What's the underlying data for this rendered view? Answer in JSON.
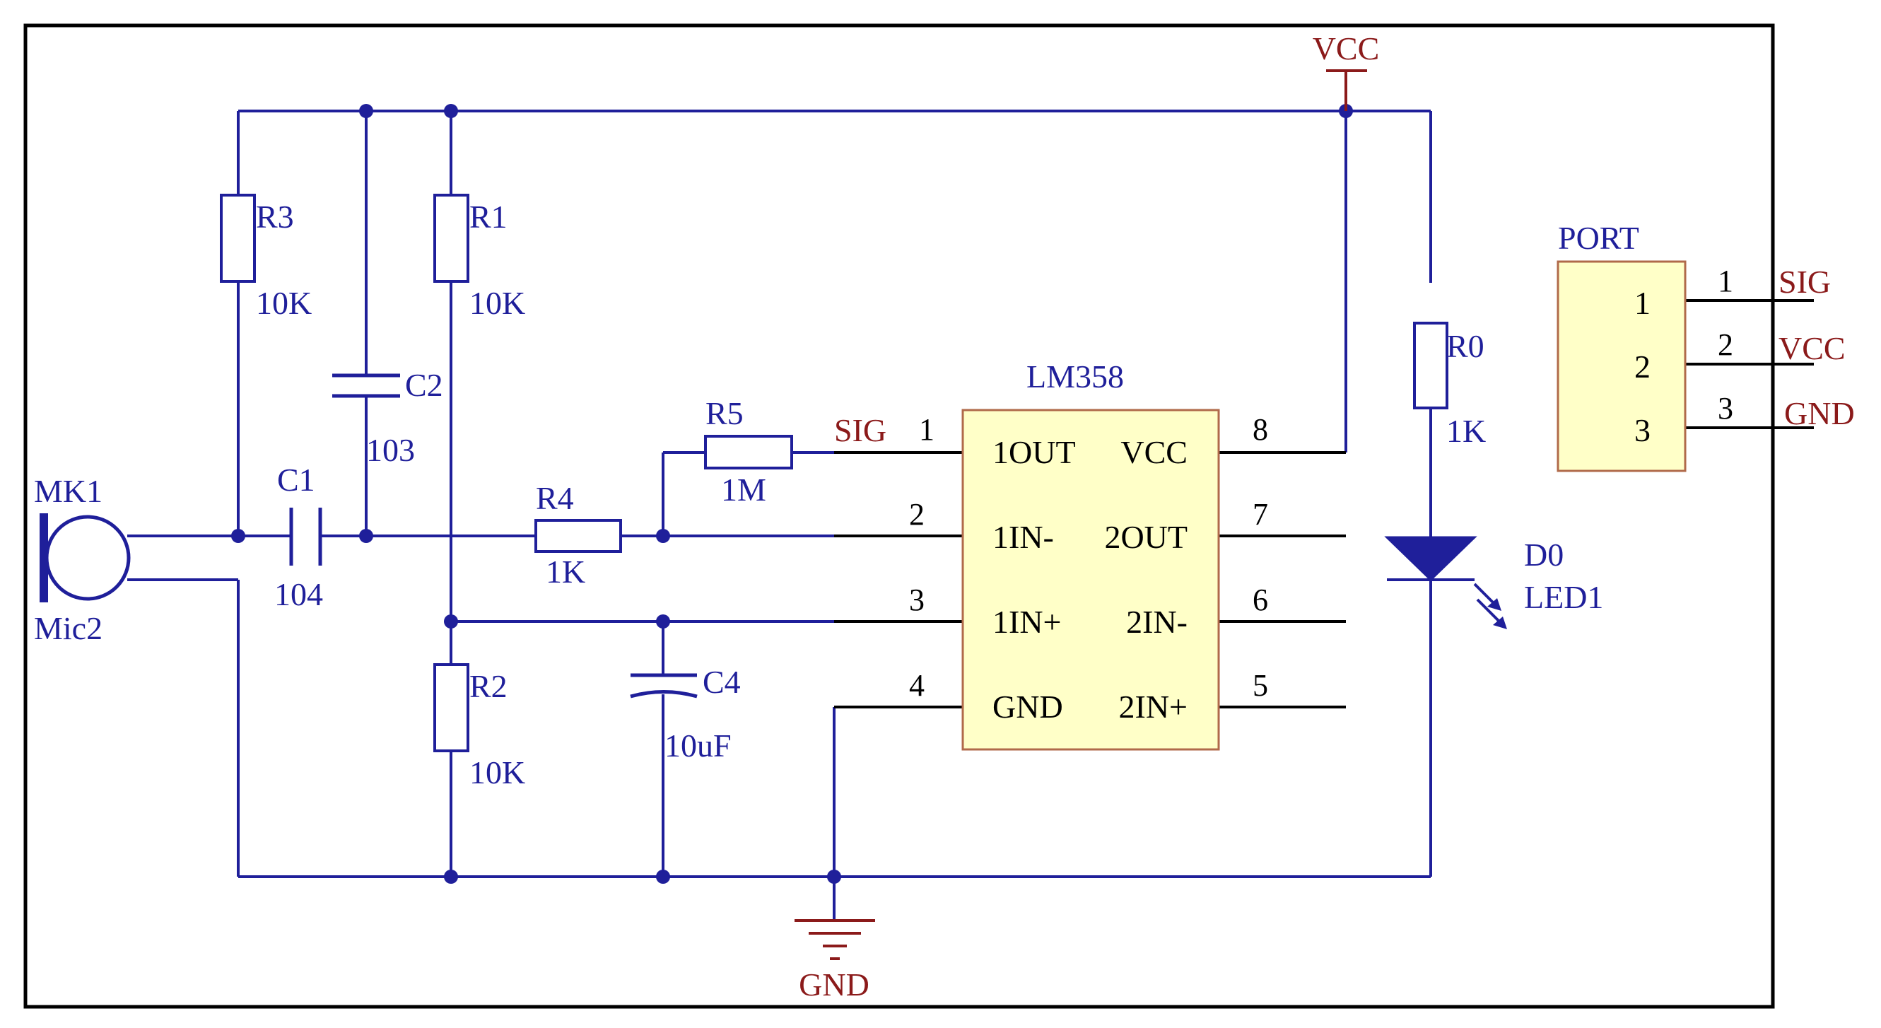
{
  "schematic": {
    "components": {
      "mic": {
        "ref": "MK1",
        "value": "Mic2"
      },
      "c1": {
        "ref": "C1",
        "value": "104"
      },
      "c2": {
        "ref": "C2",
        "value": "103"
      },
      "c4": {
        "ref": "C4",
        "value": "10uF"
      },
      "r0": {
        "ref": "R0",
        "value": "1K"
      },
      "r1": {
        "ref": "R1",
        "value": "10K"
      },
      "r2": {
        "ref": "R2",
        "value": "10K"
      },
      "r3": {
        "ref": "R3",
        "value": "10K"
      },
      "r4": {
        "ref": "R4",
        "value": "1K"
      },
      "r5": {
        "ref": "R5",
        "value": "1M"
      },
      "d0": {
        "ref": "D0",
        "value": "LED1"
      }
    },
    "ic": {
      "name": "LM358",
      "left_pins": [
        {
          "number": "1",
          "name": "1OUT"
        },
        {
          "number": "2",
          "name": "1IN-"
        },
        {
          "number": "3",
          "name": "1IN+"
        },
        {
          "number": "4",
          "name": "GND"
        }
      ],
      "right_pins": [
        {
          "number": "8",
          "name": "VCC"
        },
        {
          "number": "7",
          "name": "2OUT"
        },
        {
          "number": "6",
          "name": "2IN-"
        },
        {
          "number": "5",
          "name": "2IN+"
        }
      ]
    },
    "port": {
      "name": "PORT",
      "pins": [
        {
          "number": "1",
          "net": "SIG"
        },
        {
          "number": "2",
          "net": "VCC"
        },
        {
          "number": "3",
          "net": "GND"
        }
      ]
    },
    "nets": {
      "vcc": "VCC",
      "gnd": "GND",
      "sig": "SIG"
    },
    "colors": {
      "wire": "#1f1f9a",
      "net_label": "#8b1a1a",
      "chip_fill": "#ffffc8",
      "pin": "#000000"
    }
  }
}
